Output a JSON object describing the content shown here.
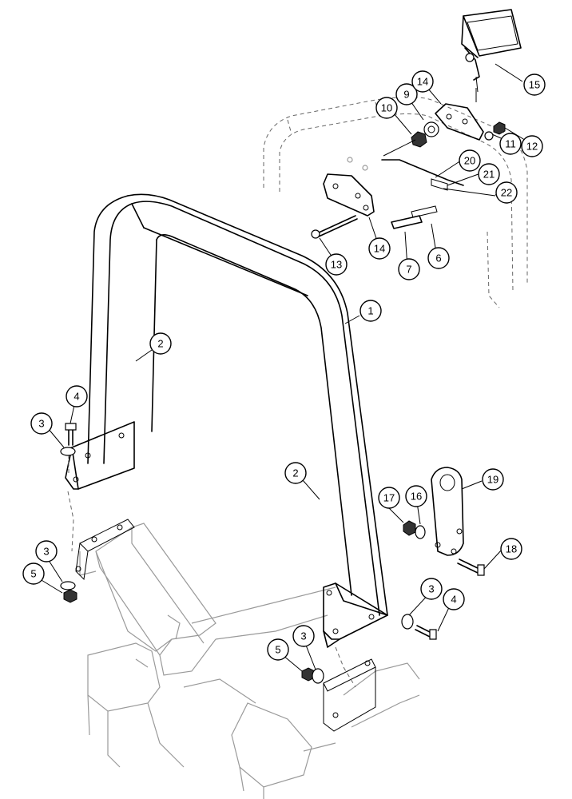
{
  "callouts": [
    {
      "id": "c1",
      "label": "1"
    },
    {
      "id": "c2a",
      "label": "2"
    },
    {
      "id": "c2b",
      "label": "2"
    },
    {
      "id": "c3a",
      "label": "3"
    },
    {
      "id": "c3b",
      "label": "3"
    },
    {
      "id": "c3c",
      "label": "3"
    },
    {
      "id": "c3d",
      "label": "3"
    },
    {
      "id": "c4a",
      "label": "4"
    },
    {
      "id": "c4b",
      "label": "4"
    },
    {
      "id": "c5a",
      "label": "5"
    },
    {
      "id": "c5b",
      "label": "5"
    },
    {
      "id": "c6",
      "label": "6"
    },
    {
      "id": "c7",
      "label": "7"
    },
    {
      "id": "c9",
      "label": "9"
    },
    {
      "id": "c10",
      "label": "10"
    },
    {
      "id": "c11",
      "label": "11"
    },
    {
      "id": "c12",
      "label": "12"
    },
    {
      "id": "c13",
      "label": "13"
    },
    {
      "id": "c14a",
      "label": "14"
    },
    {
      "id": "c14b",
      "label": "14"
    },
    {
      "id": "c15",
      "label": "15"
    },
    {
      "id": "c16",
      "label": "16"
    },
    {
      "id": "c17",
      "label": "17"
    },
    {
      "id": "c18",
      "label": "18"
    },
    {
      "id": "c19",
      "label": "19"
    },
    {
      "id": "c20",
      "label": "20"
    },
    {
      "id": "c21",
      "label": "21"
    },
    {
      "id": "c22",
      "label": "22"
    }
  ]
}
